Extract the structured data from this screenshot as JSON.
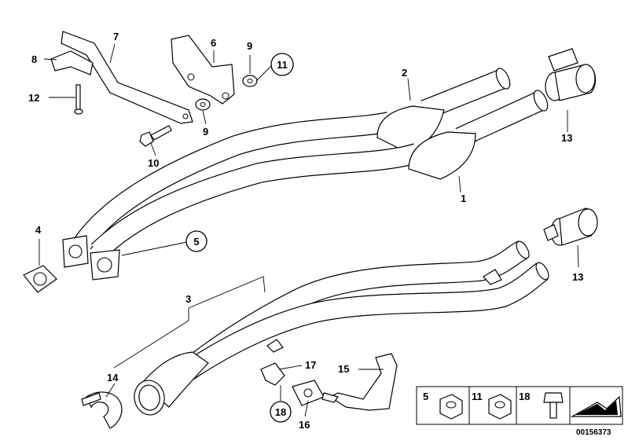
{
  "diagram": {
    "drawing_number": "00156373",
    "callouts": {
      "c1": "1",
      "c2": "2",
      "c3": "3",
      "c4": "4",
      "c5": "5",
      "c6": "6",
      "c7": "7",
      "c8": "8",
      "c9a": "9",
      "c9b": "9",
      "c10": "10",
      "c11": "11",
      "c12": "12",
      "c13a": "13",
      "c13b": "13",
      "c14": "14",
      "c15": "15",
      "c16": "16",
      "c17": "17",
      "c18": "18"
    },
    "legend": {
      "item1": "5",
      "item2": "11",
      "item3": "18"
    }
  }
}
